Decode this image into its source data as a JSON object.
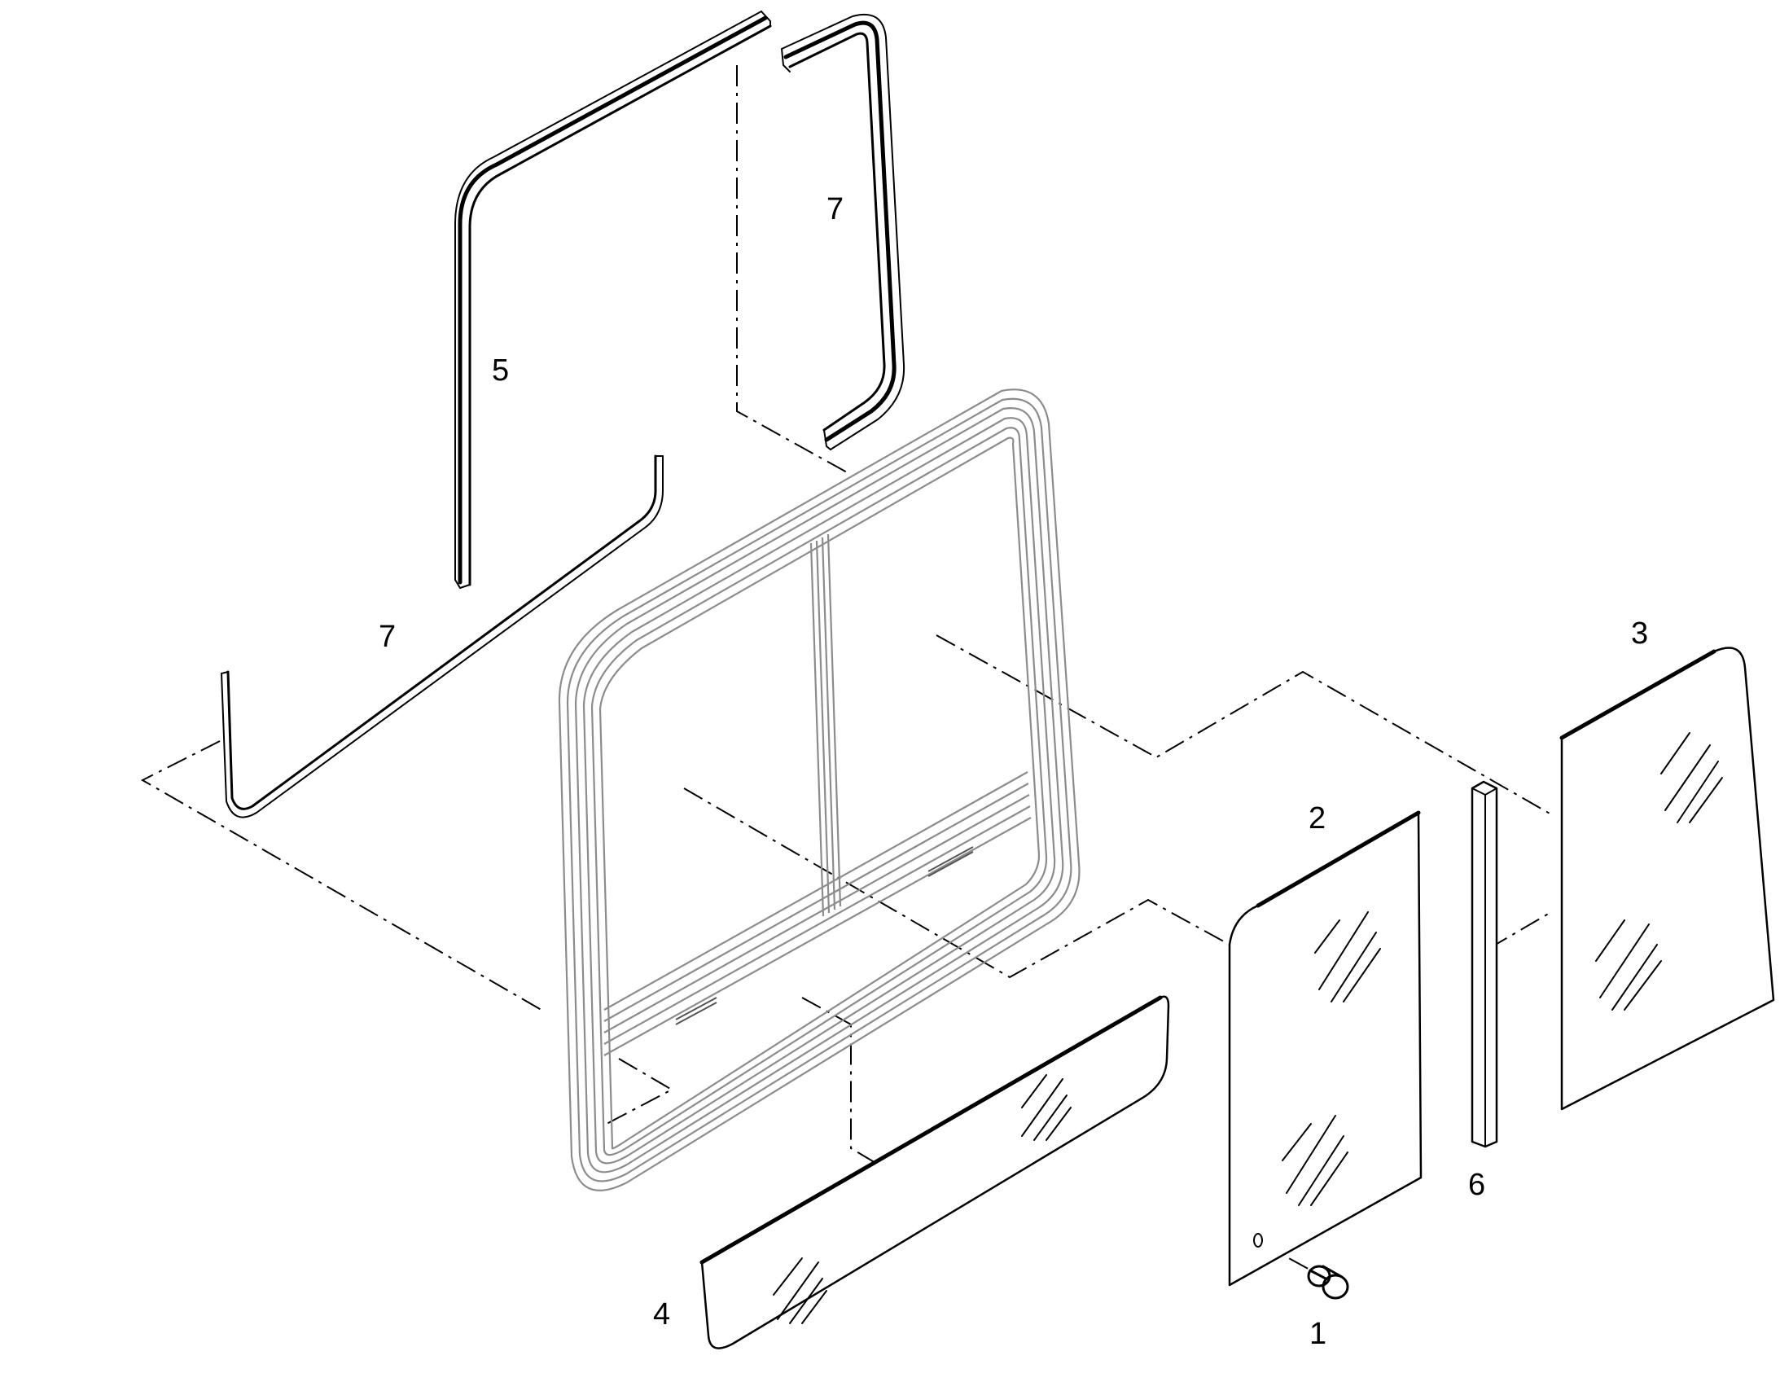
{
  "diagram": {
    "type": "exploded parts diagram",
    "callouts": [
      {
        "id": "callout-1",
        "text": "1"
      },
      {
        "id": "callout-2",
        "text": "2"
      },
      {
        "id": "callout-3",
        "text": "3"
      },
      {
        "id": "callout-4",
        "text": "4"
      },
      {
        "id": "callout-5",
        "text": "5"
      },
      {
        "id": "callout-6",
        "text": "6"
      },
      {
        "id": "callout-7a",
        "text": "7"
      },
      {
        "id": "callout-7b",
        "text": "7"
      }
    ]
  }
}
